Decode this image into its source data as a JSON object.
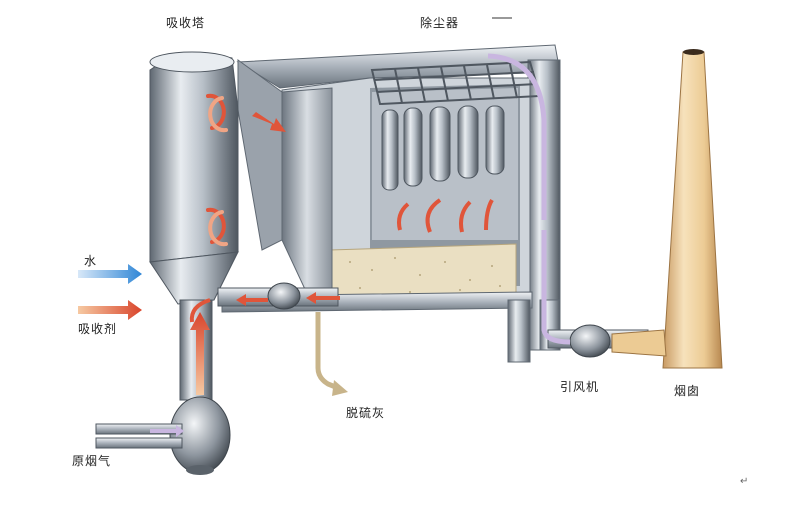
{
  "labels": {
    "absorber": "吸收塔",
    "dust_collector": "除尘器",
    "water": "水",
    "absorbent": "吸收剂",
    "raw_flue_gas": "原烟气",
    "desulfurization_ash": "脱硫灰",
    "induced_draft_fan": "引风机",
    "chimney": "烟囱"
  },
  "colors": {
    "steel_light": "#dfe3e8",
    "steel_mid": "#a9b1ba",
    "steel_dark": "#5f6872",
    "chimney": "#f2d6a6",
    "ash": "#eadfc2",
    "flow_hot": "#e0553a",
    "flow_water": "#3f8fd8",
    "flow_clean": "#c9b6e0",
    "flow_ash": "#c8b48a"
  },
  "icons": [
    "recirculation-arrow-icon",
    "fan-icon",
    "flow-arrow-icon",
    "return-mark-icon"
  ]
}
